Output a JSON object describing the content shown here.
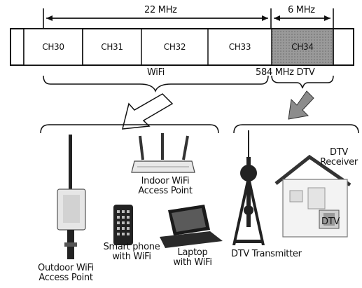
{
  "spectrum": {
    "span_wide": "22 MHz",
    "span_narrow": "6 MHz",
    "channels": [
      "CH30",
      "CH31",
      "CH32",
      "CH33",
      "CH34"
    ],
    "wifi_label": "WiFi",
    "dtv_label": "584 MHz DTV"
  },
  "devices": {
    "outdoor_ap": "Outdoor WiFi\nAccess Point",
    "indoor_ap": "Indoor WiFi\nAccess Point",
    "smartphone": "Smart phone\nwith WiFi",
    "laptop": "Laptop\nwith WiFi",
    "dtv_transmitter": "DTV Transmitter",
    "dtv_receiver": "DTV\nReceiver",
    "dtv_tv": "DTV"
  },
  "colors": {
    "ink": "#111111",
    "dtv_channel": "#9a9a9a",
    "arrow_outline": "#ffffff",
    "arrow_filled": "#8c8c8c"
  }
}
